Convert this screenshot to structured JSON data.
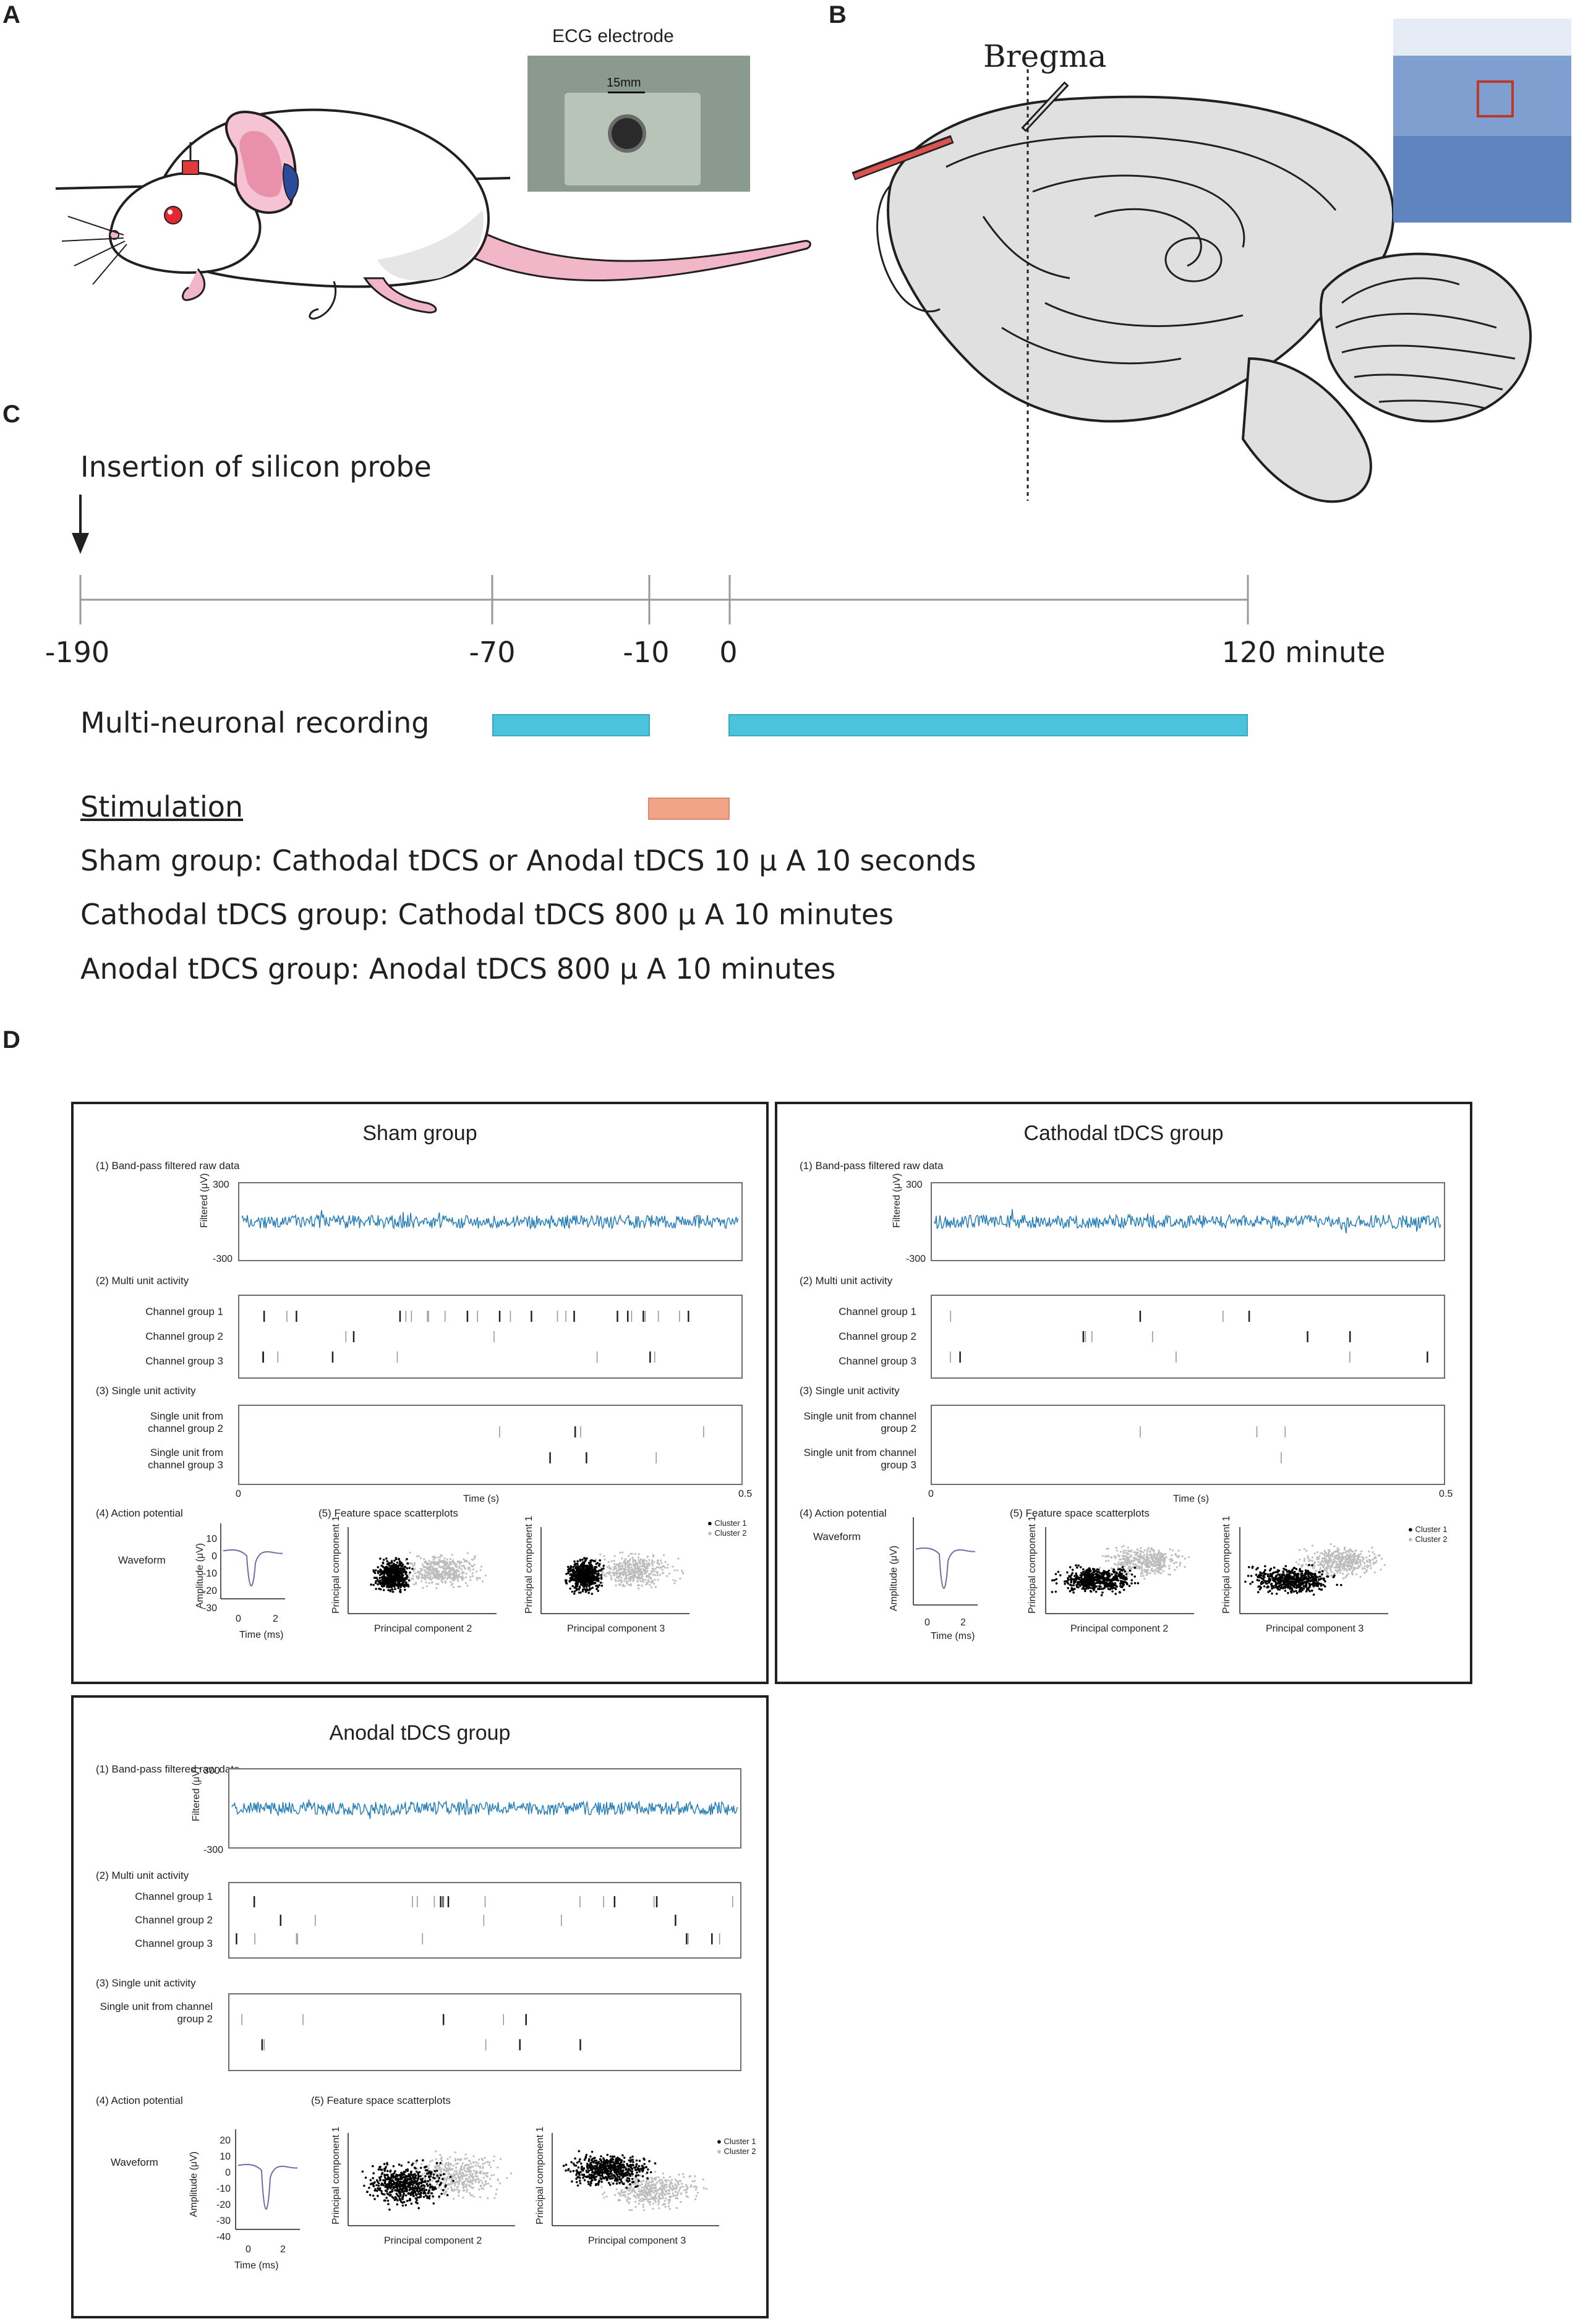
{
  "panel_letters": {
    "a": "A",
    "b": "B",
    "c": "C",
    "d": "D"
  },
  "panel_a": {
    "photo_label": "ECG electrode",
    "scale_label": "15mm"
  },
  "panel_b": {
    "bregma_label": "Bregma"
  },
  "panel_c": {
    "insertion_label": "Insertion of silicon probe",
    "ticks": [
      "-190",
      "-70",
      "-10",
      "0",
      "120 minute"
    ],
    "recording_label": "Multi-neuronal recording",
    "stimulation_label": "Stimulation",
    "groups": [
      "Sham group: Cathodal tDCS or Anodal tDCS 10 μ A 10 seconds",
      "Cathodal tDCS group: Cathodal tDCS 800 μ A 10 minutes",
      "Anodal tDCS group: Anodal tDCS 800 μ A 10 minutes"
    ],
    "colors": {
      "recording": "#4bc3dc",
      "stimulation": "#f2a488"
    }
  },
  "panel_d": {
    "section_labels": {
      "raw": "(1) Band-pass filtered raw data",
      "multi": "(2) Multi unit activity",
      "single": "(3) Single unit activity",
      "ap": "(4) Action potential",
      "scatter": "(5) Feature space scatterplots"
    },
    "filtered_axis": "Filtered (μV)",
    "raw_ticks": [
      "300",
      "-300"
    ],
    "channel_labels": [
      "Channel group 1",
      "Channel group 2",
      "Channel group 3"
    ],
    "single_unit_ch2": "Single unit from channel group 2",
    "single_unit_ch3": "Single unit from channel group 3",
    "time_axis": "Time (s)",
    "time_ticks": [
      "0",
      "0.5"
    ],
    "waveform_label": "Waveform",
    "amplitude_axis": "Amplitude (μV)",
    "waveform_time_axis": "Time (ms)",
    "waveform_time_ticks": [
      "0",
      "2"
    ],
    "pc1_axis": "Principal component 1",
    "pc2_axis": "Principal component 2",
    "pc3_axis": "Principal component 3",
    "cluster_legend": [
      "Cluster 1",
      "Cluster 2"
    ],
    "colors": {
      "raw_trace": "#1f7ab8",
      "cluster1": "#000000",
      "cluster2": "#bdbdbd",
      "waveform": "#6c6fa8"
    },
    "groups": {
      "sham": {
        "title": "Sham group",
        "amp_ticks": [
          "10",
          "0",
          "-10",
          "-20",
          "-30"
        ]
      },
      "cathodal": {
        "title": "Cathodal tDCS group"
      },
      "anodal": {
        "title": "Anodal tDCS group",
        "amp_ticks": [
          "20",
          "10",
          "0",
          "-10",
          "-20",
          "-30",
          "-40"
        ]
      }
    }
  }
}
